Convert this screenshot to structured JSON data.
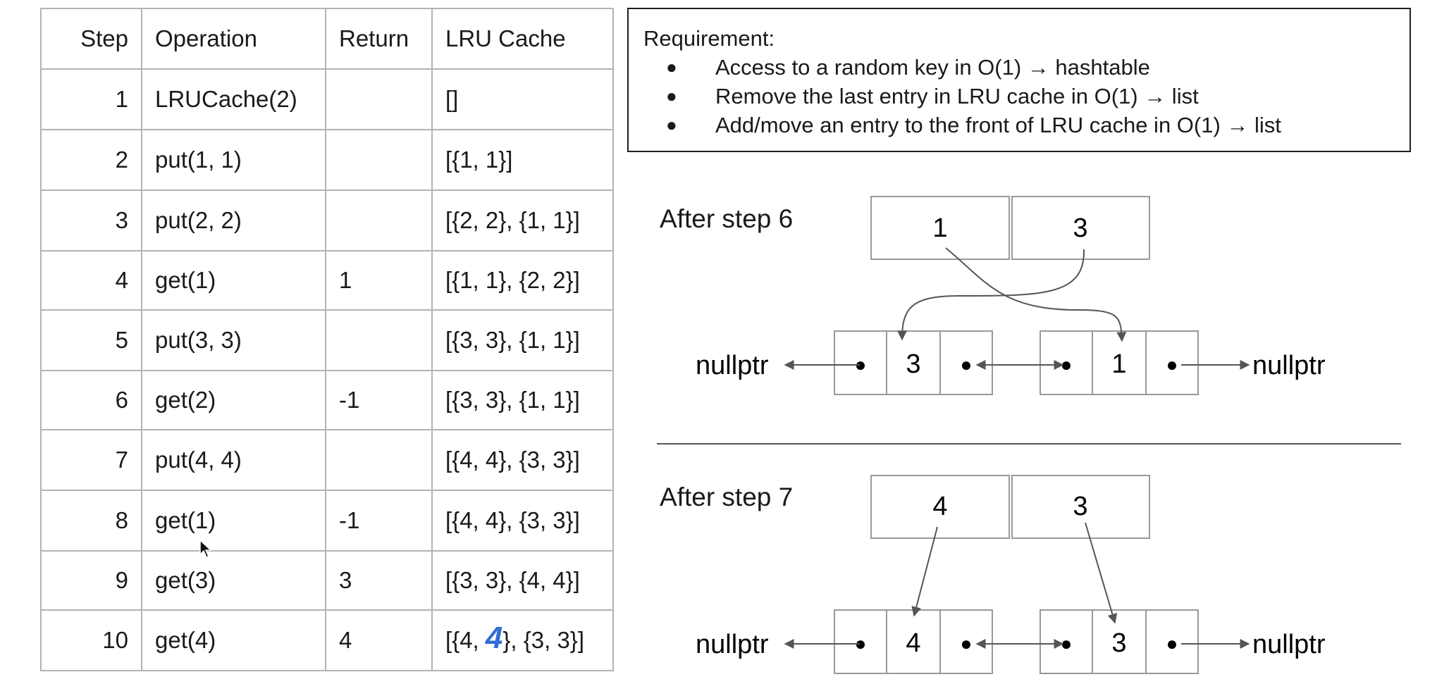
{
  "table": {
    "headers": [
      "Step",
      "Operation",
      "Return",
      "LRU Cache"
    ],
    "rows": [
      {
        "step": "1",
        "operation": "LRUCache(2)",
        "return": "",
        "cache": "[]"
      },
      {
        "step": "2",
        "operation": "put(1, 1)",
        "return": "",
        "cache": "[{1, 1}]"
      },
      {
        "step": "3",
        "operation": "put(2, 2)",
        "return": "",
        "cache": "[{2, 2}, {1, 1}]"
      },
      {
        "step": "4",
        "operation": "get(1)",
        "return": "1",
        "cache": "[{1, 1}, {2, 2}]"
      },
      {
        "step": "5",
        "operation": "put(3, 3)",
        "return": "",
        "cache": "[{3, 3}, {1, 1}]"
      },
      {
        "step": "6",
        "operation": "get(2)",
        "return": "-1",
        "cache": "[{3, 3}, {1, 1}]"
      },
      {
        "step": "7",
        "operation": "put(4, 4)",
        "return": "",
        "cache": "[{4, 4}, {3, 3}]"
      },
      {
        "step": "8",
        "operation": "get(1)",
        "return": "-1",
        "cache": "[{4, 4}, {3, 3}]"
      },
      {
        "step": "9",
        "operation": "get(3)",
        "return": "3",
        "cache": "[{3, 3}, {4, 4}]"
      },
      {
        "step": "10",
        "operation": "get(4)",
        "return": "4",
        "cache_prefix": "[{4, ",
        "cache_handwritten": "4",
        "cache_suffix": "}, {3, 3}]"
      }
    ]
  },
  "requirement": {
    "title": "Requirement:",
    "bullet": "●",
    "items": [
      "Access to a random key in O(1) → hashtable",
      "Remove the last entry in LRU cache in O(1) → list",
      "Add/move an entry to the front of LRU cache in O(1) → list"
    ]
  },
  "diagrams": [
    {
      "label": "After step 6",
      "hash_keys": [
        "1",
        "3"
      ],
      "nodes": [
        {
          "value": "3",
          "dot": "●"
        },
        {
          "value": "1",
          "dot": "●"
        }
      ],
      "null_left": "nullptr",
      "null_right": "nullptr"
    },
    {
      "label": "After step 7",
      "hash_keys": [
        "4",
        "3"
      ],
      "nodes": [
        {
          "value": "4",
          "dot": "●"
        },
        {
          "value": "3",
          "dot": "●"
        }
      ],
      "null_left": "nullptr",
      "null_right": "nullptr"
    }
  ],
  "colors": {
    "border": "#b3b3b3",
    "line": "#555555",
    "handwritten": "#2f6fd6"
  }
}
